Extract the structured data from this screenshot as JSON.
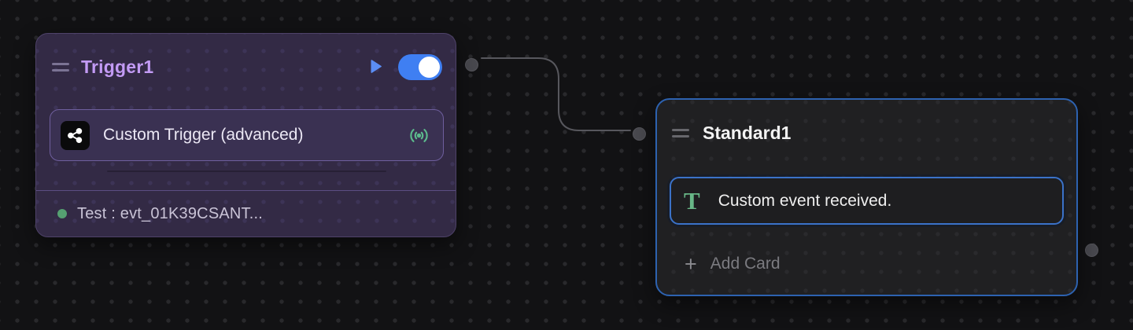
{
  "colors": {
    "canvas-bg": "#121214",
    "edge-gray": "#57575d",
    "trigger-node-bg": "#332a45",
    "trigger-node-border": "#4e4269",
    "trigger-title": "#c39bf5",
    "trigger-card-border": "#6f5f9e",
    "play-blue": "#5b8ef5",
    "toggle-blue": "#3f7ff2",
    "broadcast-green": "#5cb98c",
    "status-green": "#55a071",
    "standard-node-bg": "#202022",
    "standard-node-border": "#2d62b0",
    "standard-card-border": "#3b72c8",
    "t-icon-green": "#68b787"
  },
  "trigger_node": {
    "title": "Trigger1",
    "toggle_state": "on",
    "card": {
      "label": "Custom Trigger (advanced)",
      "app_icon": "share-icon",
      "status_icon": "broadcast-icon"
    },
    "status": {
      "text": "Test : evt_01K39CSANT..."
    }
  },
  "standard_node": {
    "title": "Standard1",
    "card": {
      "icon_glyph": "T",
      "label": "Custom event received."
    },
    "add_card": {
      "plus": "+",
      "label": "Add Card"
    }
  }
}
